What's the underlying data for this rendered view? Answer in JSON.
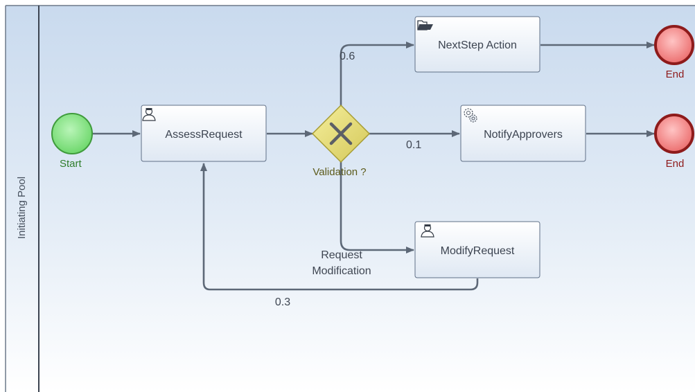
{
  "pool": {
    "label": "Initiating Pool"
  },
  "events": {
    "start": {
      "label": "Start",
      "color": "#8be38a"
    },
    "end_top": {
      "label": "End",
      "color": "#f08080"
    },
    "end_middle": {
      "label": "End",
      "color": "#f08080"
    }
  },
  "gateway": {
    "label": "Validation ?",
    "color": "#e4dc7a"
  },
  "tasks": {
    "assess": {
      "label": "AssessRequest",
      "icon": "user-task-icon"
    },
    "nextstep": {
      "label": "NextStep Action",
      "icon": "folder-task-icon"
    },
    "notify": {
      "label": "NotifyApprovers",
      "icon": "gear-service-icon"
    },
    "modify": {
      "label": "ModifyRequest",
      "icon": "user-task-icon"
    }
  },
  "flows": {
    "to_nextstep": "0.6",
    "to_notify": "0.1",
    "to_modify_line1": "Request",
    "to_modify_line2": "Modification",
    "loop_back": "0.3"
  }
}
